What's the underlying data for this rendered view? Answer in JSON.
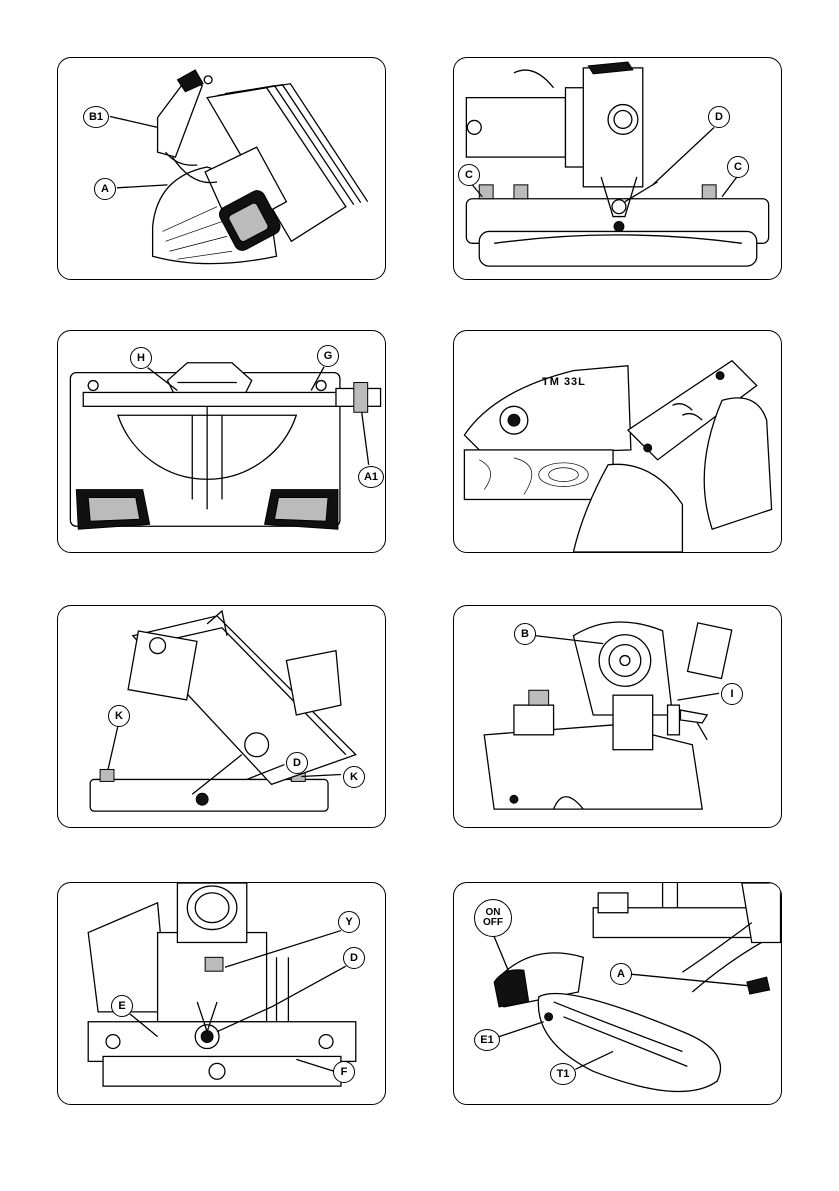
{
  "panels": [
    {
      "labels": [
        "B1",
        "A"
      ]
    },
    {
      "labels": [
        "D",
        "C",
        "C"
      ]
    },
    {
      "labels": [
        "H",
        "G",
        "A1"
      ]
    },
    {
      "model_text": "TM 33L"
    },
    {
      "labels": [
        "K",
        "D",
        "K"
      ]
    },
    {
      "labels": [
        "B",
        "I"
      ]
    },
    {
      "labels": [
        "Y",
        "D",
        "E",
        "F"
      ]
    },
    {
      "badge_line1": "ON",
      "badge_line2": "OFF",
      "labels": [
        "A",
        "E1",
        "T1"
      ]
    }
  ]
}
